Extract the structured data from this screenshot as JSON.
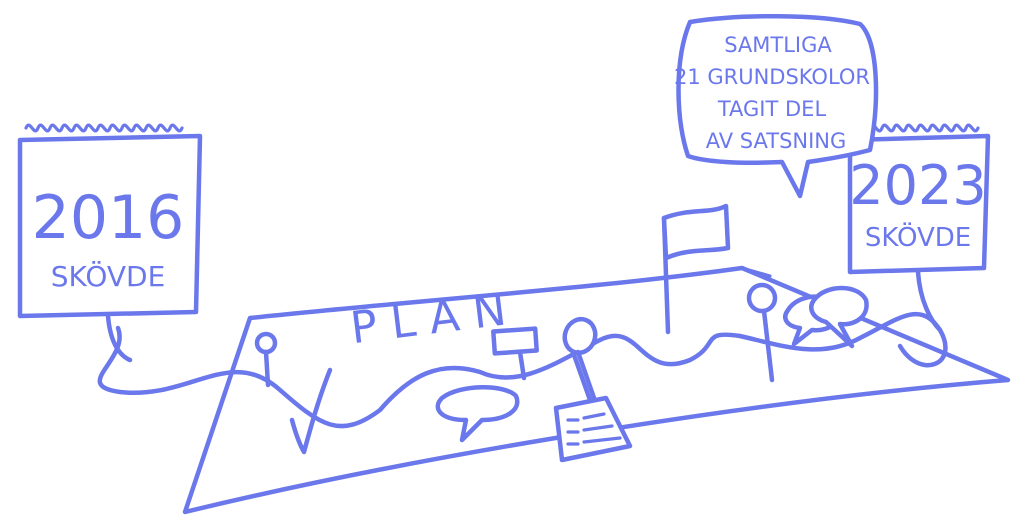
{
  "calendar_left": {
    "year": "2016",
    "place": "SKÖVDE"
  },
  "calendar_right": {
    "year": "2023",
    "place": "SKÖVDE"
  },
  "speech_bubble": {
    "lines": [
      "SAMTLIGA",
      "21 GRUNDSKOLOR",
      "TAGIT DEL",
      "AV SATSNING"
    ]
  },
  "plan": {
    "title": "P L A N"
  },
  "colors": {
    "ink": "#6b78ec",
    "background": "#ffffff"
  },
  "icons": [
    "calendar-icon",
    "speech-bubble-icon",
    "flag-icon",
    "checkmark-icon",
    "pin-icon",
    "signpost-icon",
    "document-icon",
    "map-icon"
  ]
}
